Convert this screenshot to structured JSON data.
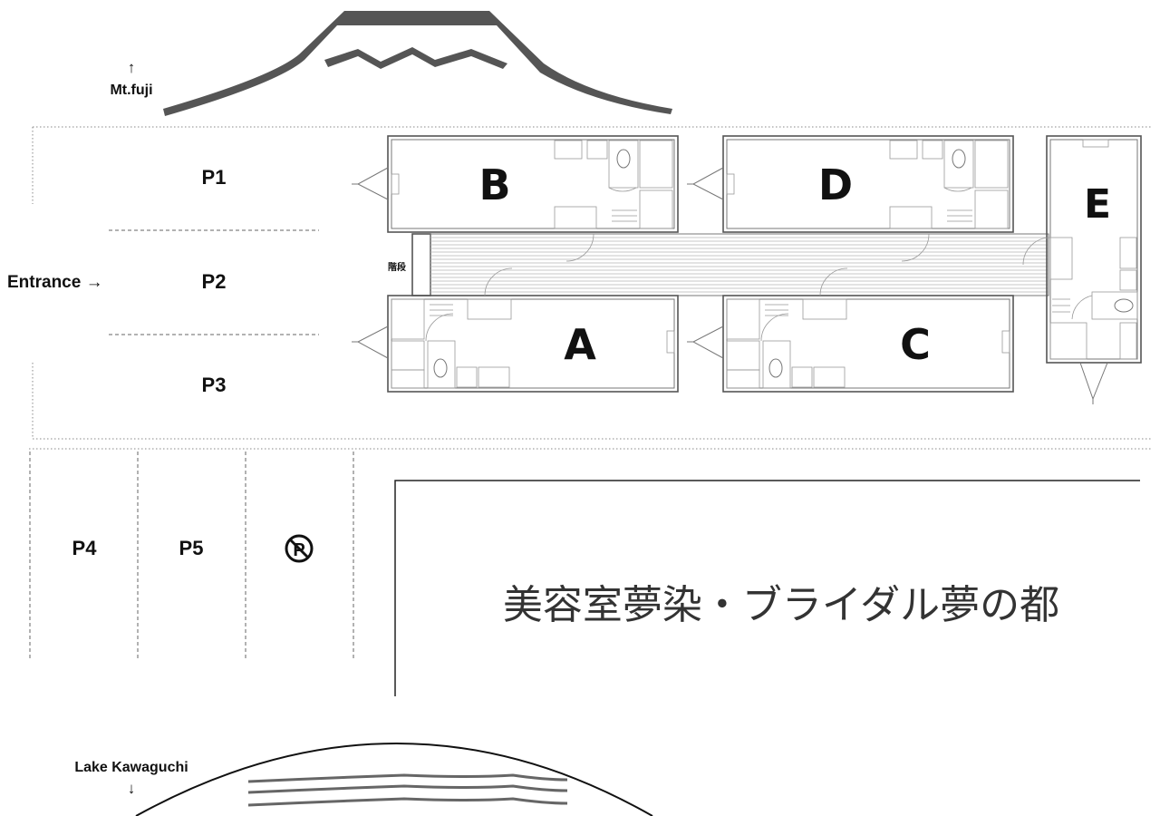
{
  "landmarks": {
    "mt_fuji": "Mt.fuji",
    "mt_fuji_arrow": "↑",
    "lake": "Lake Kawaguchi",
    "lake_arrow": "↓",
    "entrance": "Entrance →",
    "stairs": "階段"
  },
  "parking": {
    "p1": "P1",
    "p2": "P2",
    "p3": "P3",
    "p4": "P4",
    "p5": "P5",
    "no_parking_symbol": "no-parking-icon"
  },
  "units": {
    "a": "A",
    "b": "B",
    "c": "C",
    "d": "D",
    "e": "E"
  },
  "neighbor": {
    "name": "美容室夢染・ブライダル夢の都"
  },
  "colors": {
    "mountain": "#555555",
    "ink": "#111111",
    "wall": "#555555"
  }
}
